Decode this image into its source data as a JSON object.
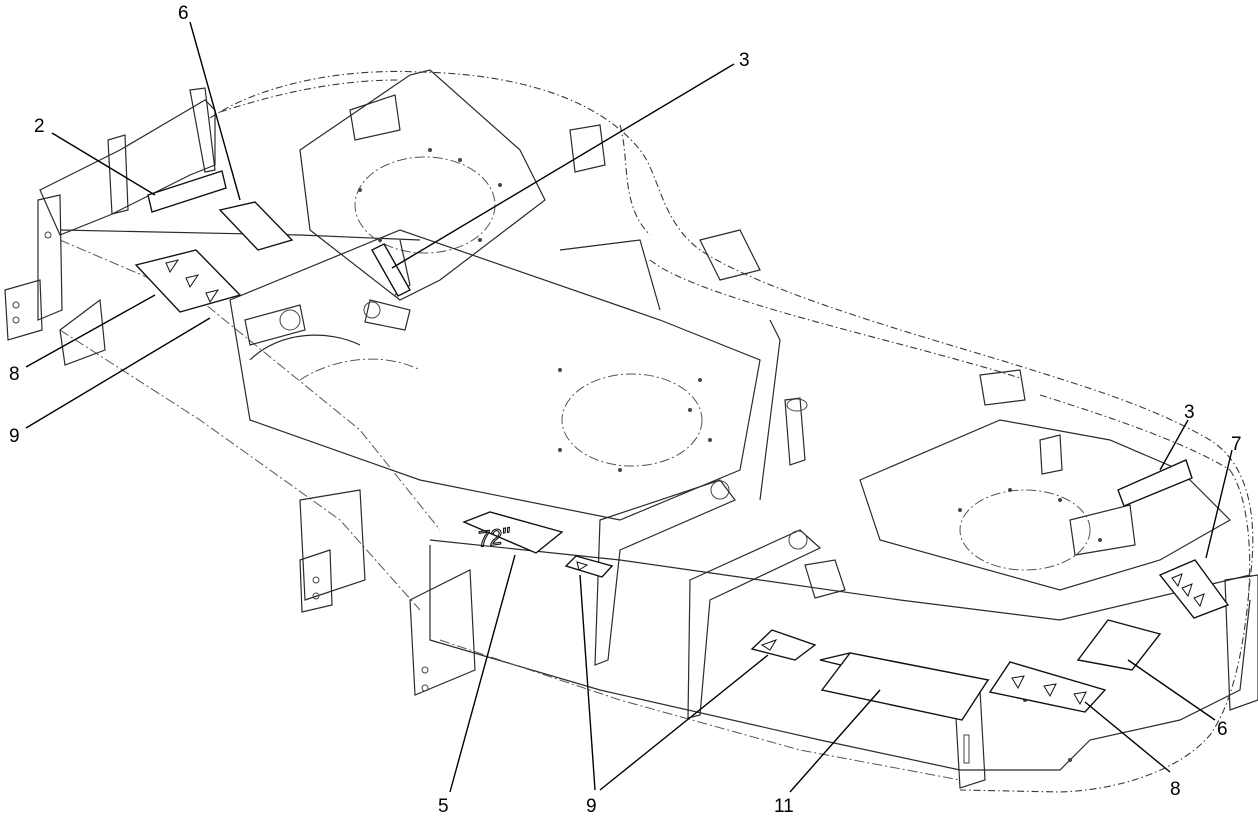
{
  "diagram": {
    "callouts": [
      {
        "id": "c2",
        "label": "2"
      },
      {
        "id": "c6a",
        "label": "6"
      },
      {
        "id": "c3a",
        "label": "3"
      },
      {
        "id": "c8a",
        "label": "8"
      },
      {
        "id": "c9a",
        "label": "9"
      },
      {
        "id": "c3b",
        "label": "3"
      },
      {
        "id": "c7",
        "label": "7"
      },
      {
        "id": "c6b",
        "label": "6"
      },
      {
        "id": "c8b",
        "label": "8"
      },
      {
        "id": "c5",
        "label": "5"
      },
      {
        "id": "c9b",
        "label": "9"
      },
      {
        "id": "c11",
        "label": "11"
      }
    ],
    "size_decal_text": "72\""
  }
}
